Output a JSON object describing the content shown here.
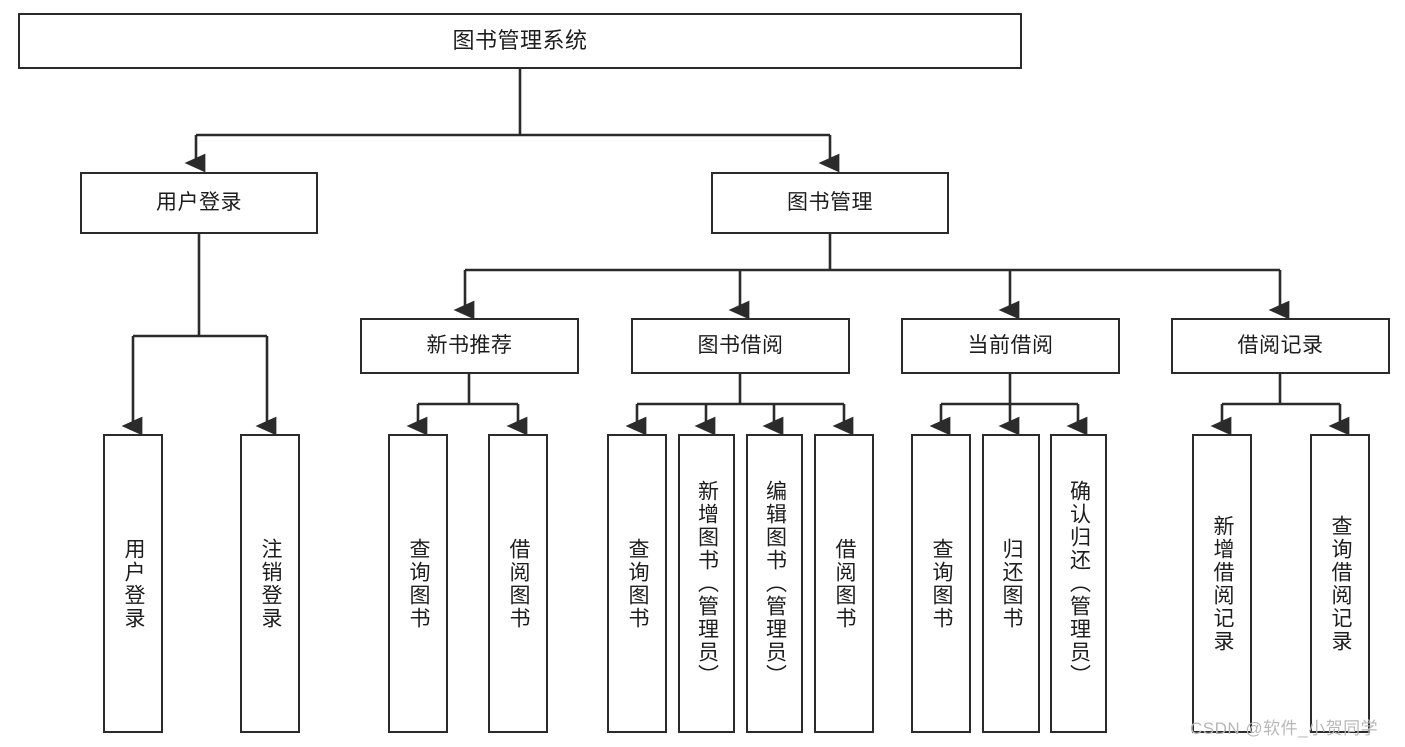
{
  "diagram": {
    "title": "图书管理系统",
    "type": "tree",
    "background": "#ffffff",
    "line_color": "#2b2b2b",
    "box_border": "#2b2b2b",
    "watermark": "CSDN @软件_小贺同学",
    "nodes": {
      "root": {
        "label": "图书管理系统"
      },
      "level1": [
        {
          "label": "用户登录"
        },
        {
          "label": "图书管理"
        }
      ],
      "level2": [
        {
          "label": "新书推荐"
        },
        {
          "label": "图书借阅"
        },
        {
          "label": "当前借阅"
        },
        {
          "label": "借阅记录"
        }
      ],
      "leaves": {
        "user_login": [
          {
            "label": "用户登录"
          },
          {
            "label": "注销登录"
          }
        ],
        "new_book_recommend": [
          {
            "label": "查询图书"
          },
          {
            "label": "借阅图书"
          }
        ],
        "book_borrow": [
          {
            "label": "查询图书"
          },
          {
            "label": "新增图书（管理员）"
          },
          {
            "label": "编辑图书（管理员）"
          },
          {
            "label": "借阅图书"
          }
        ],
        "current_borrow": [
          {
            "label": "查询图书"
          },
          {
            "label": "归还图书"
          },
          {
            "label": "确认归还（管理员）"
          }
        ],
        "borrow_records": [
          {
            "label": "新增借阅记录"
          },
          {
            "label": "查询借阅记录"
          }
        ]
      }
    }
  }
}
